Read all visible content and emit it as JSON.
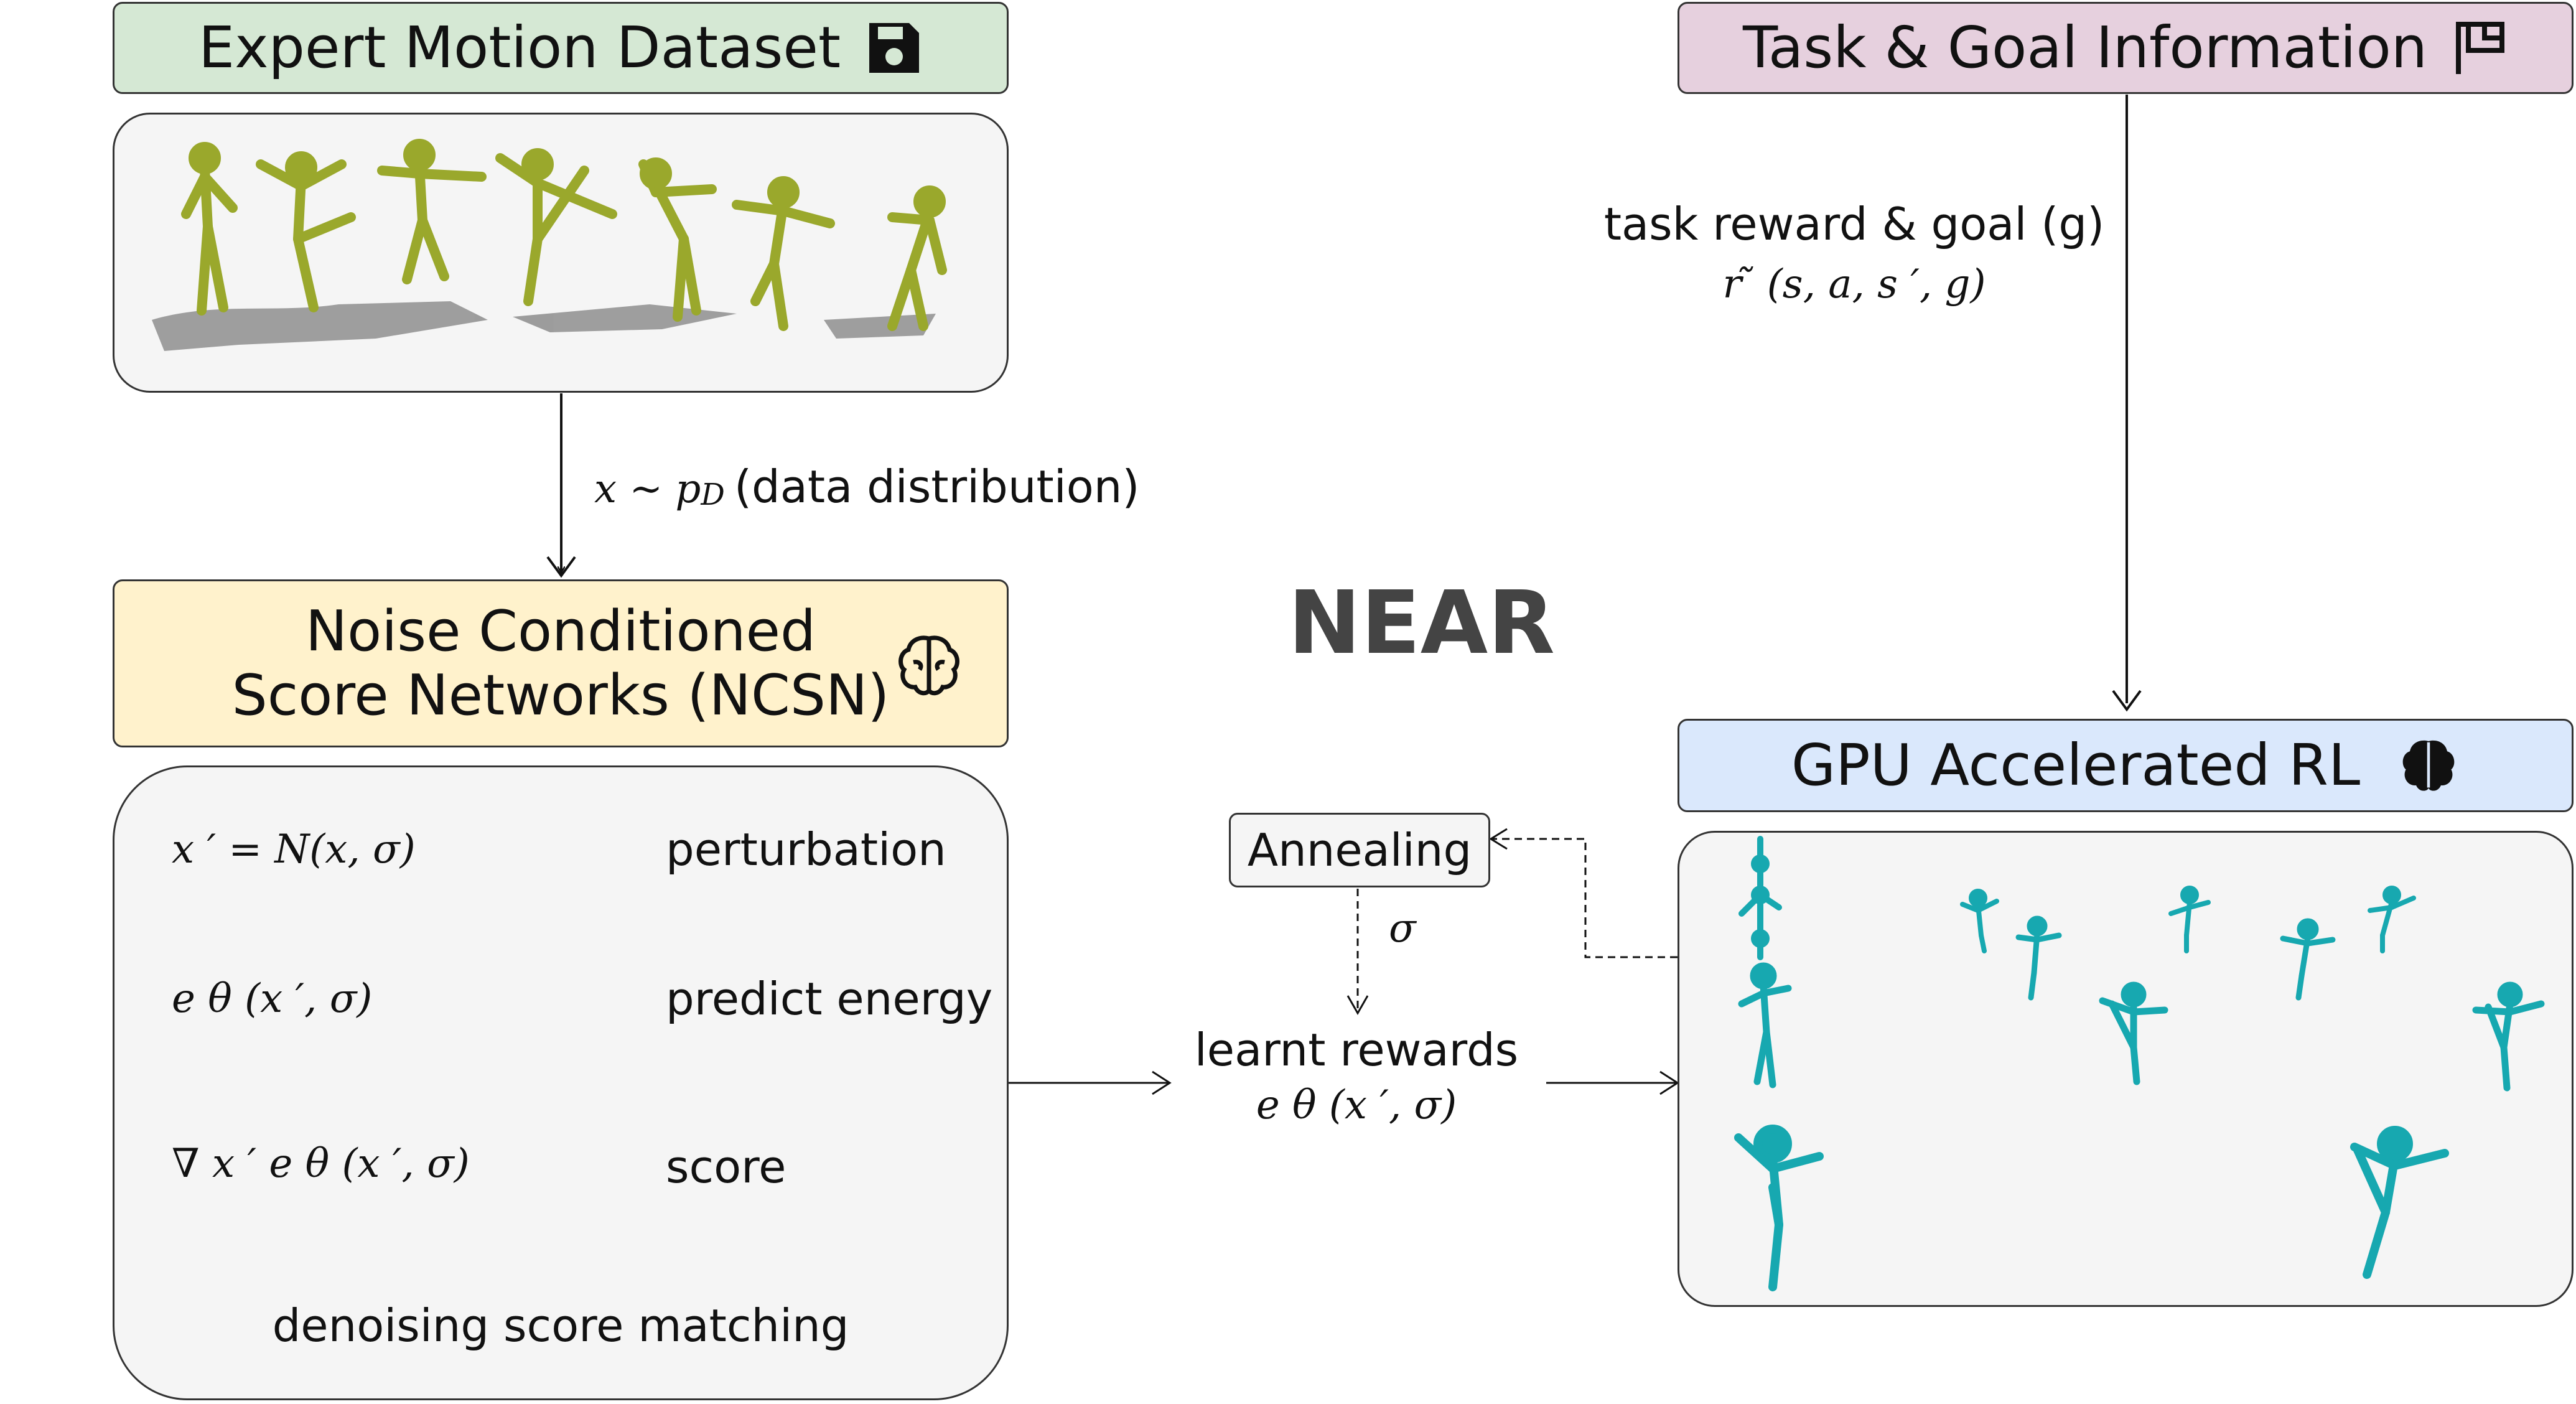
{
  "title": "NEAR",
  "colors": {
    "dataset_header": "#d5e8d4",
    "ncsn_header": "#fff2cc",
    "task_header": "#e6d0de",
    "rl_header": "#dae8fc",
    "panel_bg": "#f5f5f5",
    "stroke": "#333333",
    "olive_figure": "#9aa82c",
    "teal_figure": "#17a8b0"
  },
  "dataset": {
    "title": "Expert Motion Dataset",
    "icon": "floppy-disk-icon"
  },
  "task": {
    "title": "Task & Goal Information",
    "icon": "flag-icon"
  },
  "ncsn": {
    "title_line1": "Noise Conditioned",
    "title_line2": "Score Networks (NCSN)",
    "icon": "brain-outline-icon",
    "rows": [
      {
        "expr": "x ′ = N(x, σ)",
        "desc": "perturbation"
      },
      {
        "expr": "e θ (x ′, σ)",
        "desc": "predict energy"
      },
      {
        "expr": "∇ x ′ e θ (x ′, σ)",
        "desc": "score"
      }
    ],
    "footer": "denoising score matching"
  },
  "rl": {
    "title": "GPU Accelerated RL",
    "icon": "brain-solid-icon"
  },
  "arrows": {
    "data_label_math": "x ∼ p",
    "data_label_sub": "D",
    "data_label_text": "(data distribution)",
    "task_label_line1": "task reward & goal (g)",
    "task_label_line2": "r ̃ (s, a, s ′, g)",
    "sigma": "σ"
  },
  "annealing": {
    "label": "Annealing"
  },
  "rewards": {
    "line1": "learnt rewards",
    "line2": "e θ (x ′, σ)"
  }
}
